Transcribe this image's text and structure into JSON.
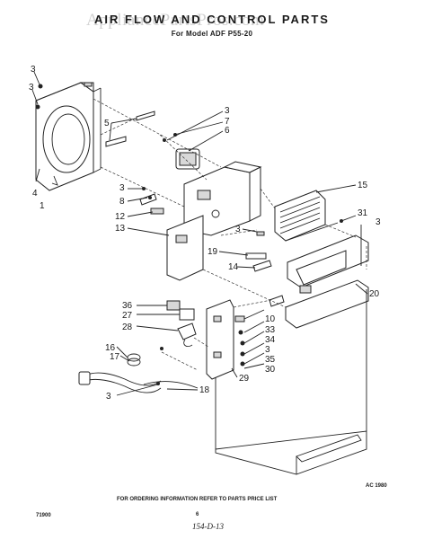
{
  "header": {
    "watermark": "AppliancePartsPros.com",
    "title": "AIR FLOW AND CONTROL PARTS",
    "subtitle": "For Model ADF P55-20"
  },
  "footer": {
    "ordering_note": "FOR ORDERING INFORMATION REFER TO PARTS PRICE LIST",
    "art_code": "AC 1980",
    "left_code": "71900",
    "page_number": "6",
    "handwritten_note": "154-D-13"
  },
  "callouts": {
    "c1": "1",
    "c3a": "3",
    "c3b": "3",
    "c3c": "3",
    "c3d": "3",
    "c3e": "3",
    "c3f": "3",
    "c3g": "3",
    "c4": "4",
    "c5": "5",
    "c6": "6",
    "c7": "7",
    "c8": "8",
    "c9": "9",
    "c10": "10",
    "c12": "12",
    "c13": "13",
    "c14": "14",
    "c15": "15",
    "c16": "16",
    "c17": "17",
    "c18": "18",
    "c19": "19",
    "c20": "20",
    "c27": "27",
    "c28": "28",
    "c29": "29",
    "c30": "30",
    "c31": "31",
    "c33": "33",
    "c34": "34",
    "c35": "35",
    "c36": "36"
  }
}
